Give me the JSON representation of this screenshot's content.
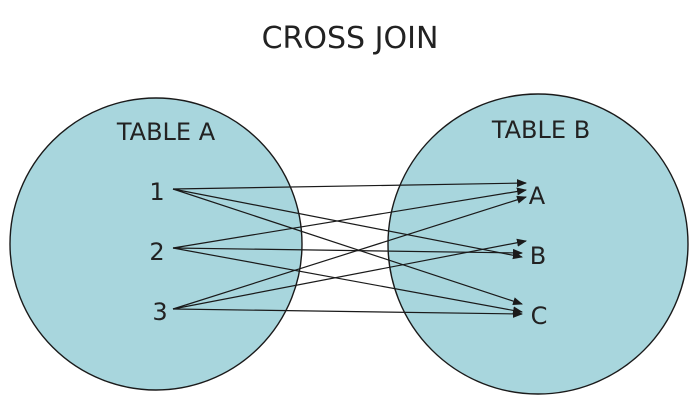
{
  "title": "CROSS JOIN",
  "table_a": {
    "label": "TABLE A",
    "rows": [
      "1",
      "2",
      "3"
    ]
  },
  "table_b": {
    "label": "TABLE B",
    "rows": [
      "A",
      "B",
      "C"
    ]
  },
  "colors": {
    "circle_fill": "#a8d6dd",
    "stroke": "#1a1a1a",
    "text": "#222222",
    "background": "#ffffff"
  },
  "mappings": [
    [
      "1",
      "A"
    ],
    [
      "1",
      "B"
    ],
    [
      "1",
      "C"
    ],
    [
      "2",
      "A"
    ],
    [
      "2",
      "B"
    ],
    [
      "2",
      "C"
    ],
    [
      "3",
      "A"
    ],
    [
      "3",
      "B"
    ],
    [
      "3",
      "C"
    ]
  ]
}
